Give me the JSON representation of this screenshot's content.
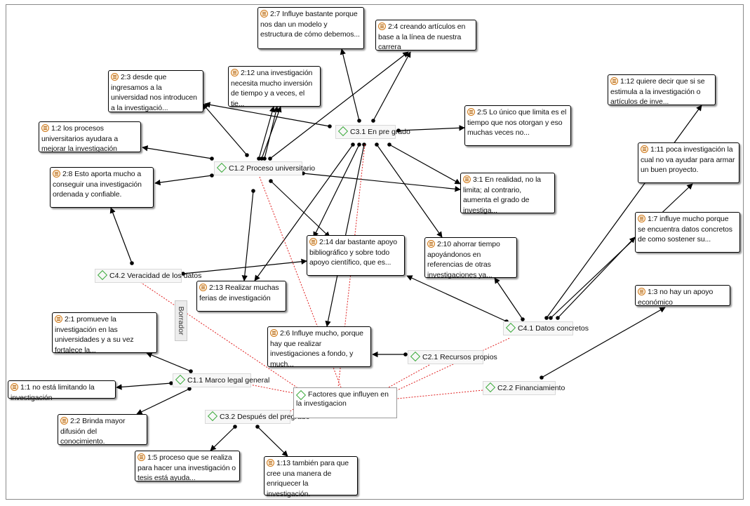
{
  "codes": [
    {
      "id": "c31",
      "label": "C3.1 En pre grado"
    },
    {
      "id": "c12",
      "label": "C1.2 Proceso universitario"
    },
    {
      "id": "c42",
      "label": "C4.2 Veracidad de los datos"
    },
    {
      "id": "c41",
      "label": "C4.1 Datos concretos"
    },
    {
      "id": "c21",
      "label": "C2.1 Recursos propios"
    },
    {
      "id": "c11",
      "label": "C1.1 Marco legal general"
    },
    {
      "id": "c22",
      "label": "C2.2 Financiamiento"
    },
    {
      "id": "c32",
      "label": "C3.2 Después del pregrado"
    },
    {
      "id": "factores",
      "label": "Factores que influyen en la investigacion"
    }
  ],
  "quotes": [
    {
      "id": "q27",
      "text": "2:7 Influye bastante porque nos dan un modelo y estructura de cómo debemos..."
    },
    {
      "id": "q24",
      "text": "2:4 creando artículos en base a la línea de nuestra carrera"
    },
    {
      "id": "q23",
      "text": "2:3 desde que ingresamos a la universidad nos introducen a la investigació..."
    },
    {
      "id": "q212",
      "text": "2:12 una investigación necesita mucho inversión de tiempo y a veces, el tie..."
    },
    {
      "id": "q112",
      "text": "1:12 quiere decir que si se estimula a la investigación o artículos de inve..."
    },
    {
      "id": "q12",
      "text": "1:2 los procesos universitarios ayudara a mejorar la investigación"
    },
    {
      "id": "q25",
      "text": "2:5 Lo único que limita es el tiempo que nos otorgan y eso muchas veces no..."
    },
    {
      "id": "q111",
      "text": "1:11 poca investigación la cual no va ayudar para armar un buen proyecto."
    },
    {
      "id": "q28",
      "text": "2:8 Esto aporta mucho a conseguir una investigación ordenada y confiable."
    },
    {
      "id": "q31",
      "text": "3:1 En realidad, no la limita; al contrario, aumenta el grado de investiga..."
    },
    {
      "id": "q17",
      "text": "1:7 influye mucho porque se encuentra datos concretos de como sostener su..."
    },
    {
      "id": "q214",
      "text": "2:14 dar bastante apoyo bibliográfico y sobre todo apoyo científico, que es..."
    },
    {
      "id": "q210",
      "text": "2:10 ahorrar tiempo apoyándonos en referencias de otras investigaciones ya..."
    },
    {
      "id": "q13",
      "text": "1:3 no hay un apoyo económico"
    },
    {
      "id": "q213",
      "text": "2:13 Realizar muchas ferias de investigación"
    },
    {
      "id": "q21",
      "text": "2:1 promueve la investigación en las universidades y a su vez fortalece la..."
    },
    {
      "id": "q26",
      "text": "2:6 Influye mucho, porque hay que realizar investigaciones a fondo, y much..."
    },
    {
      "id": "q11",
      "text": "1:1 no está limitando la investigación"
    },
    {
      "id": "q22",
      "text": "2:2 Brinda mayor difusión del conocimiento."
    },
    {
      "id": "q15",
      "text": "1:5 proceso que se realiza para hacer una investigación o tesis está ayuda..."
    },
    {
      "id": "q113",
      "text": "1:13 también para que cree una manera de enriquecer la investigación."
    }
  ],
  "watermark": "Borrador",
  "colors": {
    "link": "#000000",
    "dashed_link": "#e02020",
    "code_icon": "#3daa3d",
    "quote_icon": "#d07a1e"
  }
}
